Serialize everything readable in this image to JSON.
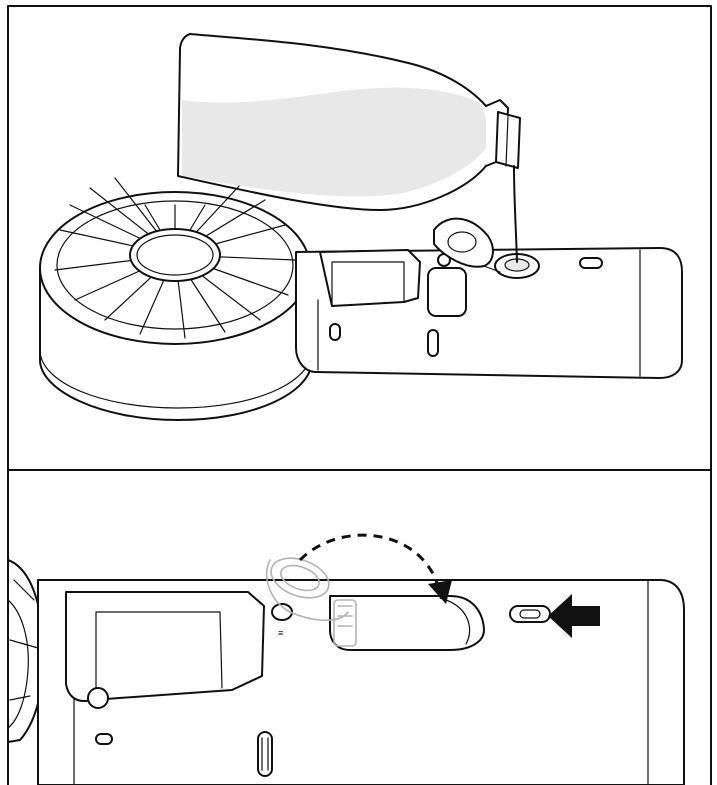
{
  "figure": {
    "panels": [
      {
        "id": "top",
        "step": "pour-liquid-into-tank"
      },
      {
        "id": "bottom",
        "step": "close-lid-and-slide-lock"
      }
    ],
    "colors": {
      "line": "#111111",
      "liquid_fill": "#e8e8e8",
      "ghost_lid": "#b3b3b3",
      "arrow": "#111111"
    },
    "icons": [
      "bottle-icon",
      "handheld-fan-icon",
      "motion-arrow-icon",
      "push-arrow-icon"
    ]
  }
}
